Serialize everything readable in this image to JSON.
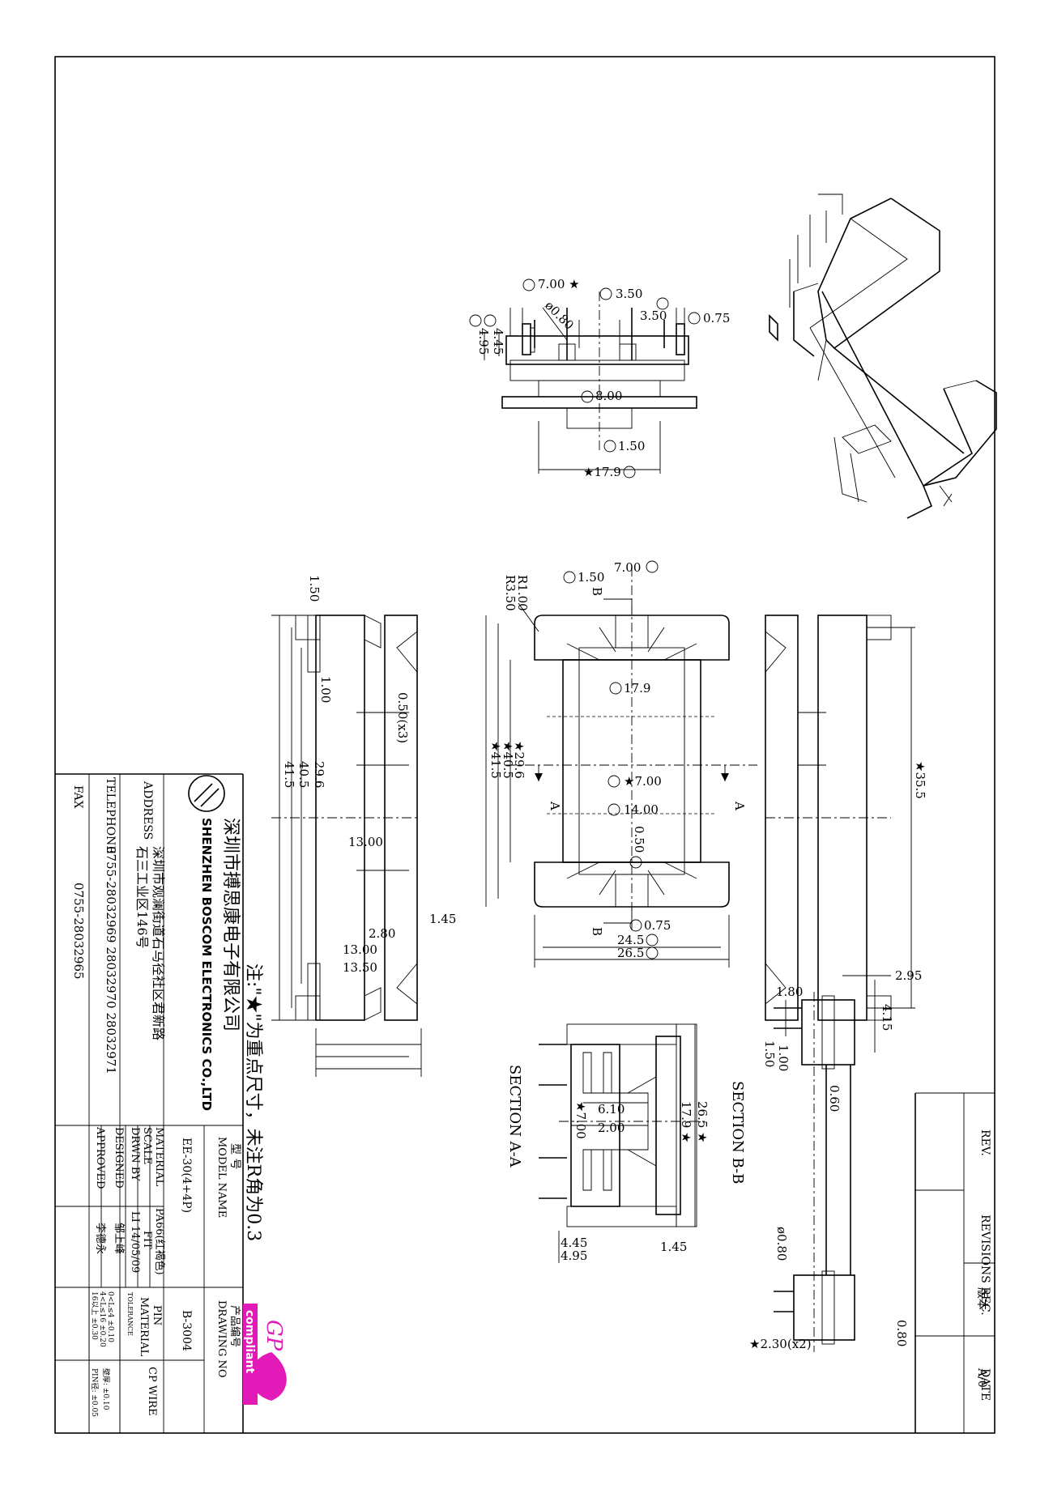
{
  "note": "注:\"★\"为重点尺寸，未注R角为0.3",
  "revisions": {
    "version_label": "版本",
    "version": "A/0",
    "rev": "REV.",
    "revisions_rec": "REVISIONS REC.",
    "date": "DATE"
  },
  "company": {
    "name_cn": "深圳市搏思康电子有限公司",
    "name_en": "SHENZHEN BOSCOM ELECTRONICS CO.,LTD"
  },
  "address": {
    "label": "ADDRESS",
    "line1": "深圳市观澜街道石马径社区君新路",
    "line2": "石三工业区146号"
  },
  "telephone": {
    "label": "TELEPHONE",
    "value": "0755-28032969  28032970  28032971"
  },
  "fax": {
    "label": "FAX",
    "value": "0755-28032965"
  },
  "title_block": {
    "model_label_cn": "型 号",
    "model_label": "MODEL NAME",
    "model": "EE-30(4+4P)",
    "drawing_label_cn": "产品编号",
    "drawing_label": "DRAWING NO",
    "drawing_no": "B-3004",
    "material_label": "MATERIAL",
    "material": "PA66(红褐色)",
    "scale_label": "SCALE",
    "scale": "FIT",
    "drawn_label": "DRWN BY",
    "drawn": "LI 14/05/09",
    "designed_label": "DESIGNED",
    "designed": "邹上峰",
    "approved_label": "APPROVED",
    "approved": "李德永",
    "pin_label": "PIN",
    "pin_material_label": "MATERIAL",
    "pin_material": "CP WIRE",
    "tolerance_label": "TOLERANCE",
    "tol_1": "0<L≤4 ±0.10",
    "tol_2": "4<L≤16 ±0.20",
    "tol_3": "16以上 ±0.30",
    "wall_tol": "壁厚: ±0.10",
    "pin_tol": "PIN径: ±0.05"
  },
  "badge": {
    "logo": "GP",
    "text": "compliant"
  },
  "sections": {
    "aa": "SECTION  A-A",
    "bb": "SECTION  B-B"
  },
  "dims": {
    "front_top": {
      "g": "7.00 ★",
      "d": "3.50",
      "e": "3.50",
      "f": "0.75",
      "phi": "ø0.80",
      "i": "4.95",
      "h": "4.45",
      "c": "8.00",
      "b": "1.50",
      "a": "★17.9"
    },
    "left_view": {
      "v1": "1.50",
      "v2": "1.00",
      "v3": "0.50(x3)",
      "v4": "29.6",
      "v5": "40.5",
      "v6": "41.5",
      "v7": "13.00",
      "v8": "1.45",
      "v9": "2.80",
      "v10": "13.00",
      "v11": "13.50"
    },
    "center_view": {
      "r100": "R1.00",
      "r350": "R3.50",
      "k": "1.50",
      "j": "7.00",
      "p": "17.9",
      "w": "★29.6",
      "x": "★40.5",
      "y": "★41.5",
      "q": "★7.00",
      "r": "14.00",
      "s": "0.50",
      "u": "0.75",
      "t": "24.5",
      "uu": "26.5",
      "b1": "B",
      "b2": "B",
      "a1": "A",
      "a2": "A"
    },
    "right_view": {
      "v": "★35.5"
    },
    "section_aa": {
      "s1": "6.10",
      "s2": "2.00",
      "s3": "★7.00",
      "s4": "17.9 ★",
      "s5": "26.5 ★",
      "s6": "4.45",
      "s7": "4.95",
      "s8": "1.45"
    },
    "section_bb": {
      "b1": "1.80",
      "b2": "2.95",
      "b3": "4.15",
      "b4": "1.50",
      "b5": "1.00",
      "b6": "0.60",
      "b7": "ø0.80",
      "b8": "★2.30(x2)",
      "b9": "0.80"
    }
  }
}
